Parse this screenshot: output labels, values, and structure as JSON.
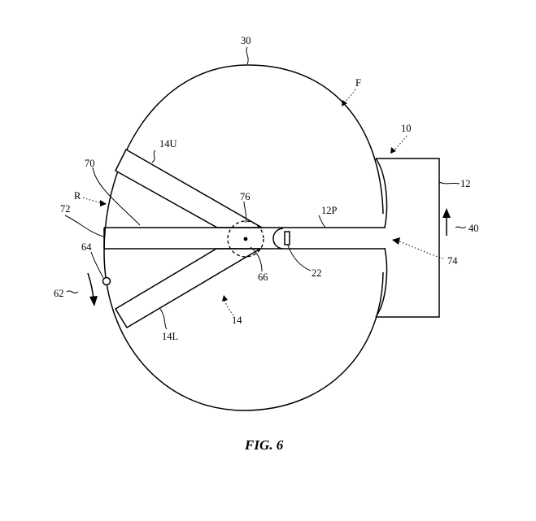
{
  "labels": {
    "l30": "30",
    "lF": "F",
    "l10": "10",
    "l12": "12",
    "l14U": "14U",
    "l70": "70",
    "lR": "R",
    "l72": "72",
    "l76": "76",
    "l12P": "12P",
    "l40": "40",
    "l64": "64",
    "l62": "62",
    "l66": "66",
    "l22": "22",
    "l74": "74",
    "l14": "14",
    "l14L": "14L"
  },
  "caption": "FIG. 6"
}
